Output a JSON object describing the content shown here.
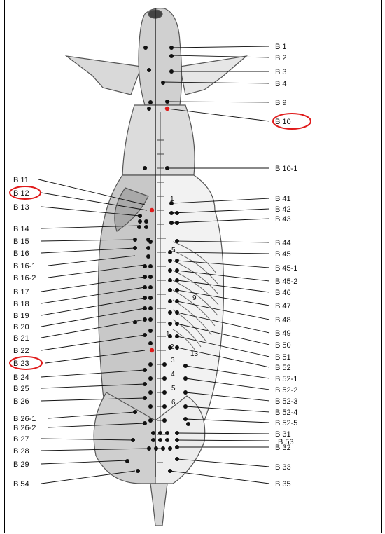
{
  "labels_left": [
    {
      "id": "b11",
      "text": "B 11"
    },
    {
      "id": "b12",
      "text": "B 12"
    },
    {
      "id": "b13",
      "text": "B 13"
    },
    {
      "id": "b14",
      "text": "B 14"
    },
    {
      "id": "b15",
      "text": "B 15"
    },
    {
      "id": "b16",
      "text": "B 16"
    },
    {
      "id": "b16_1",
      "text": "B 16-1"
    },
    {
      "id": "b16_2",
      "text": "B 16-2"
    },
    {
      "id": "b17",
      "text": "B 17"
    },
    {
      "id": "b18",
      "text": "B 18"
    },
    {
      "id": "b19",
      "text": "B 19"
    },
    {
      "id": "b20",
      "text": "B 20"
    },
    {
      "id": "b21",
      "text": "B 21"
    },
    {
      "id": "b22",
      "text": "B 22"
    },
    {
      "id": "b23",
      "text": "B 23"
    },
    {
      "id": "b24",
      "text": "B 24"
    },
    {
      "id": "b25",
      "text": "B 25"
    },
    {
      "id": "b26",
      "text": "B 26"
    },
    {
      "id": "b26_1",
      "text": "B 26-1"
    },
    {
      "id": "b26_2",
      "text": "B 26-2"
    },
    {
      "id": "b27",
      "text": "B 27"
    },
    {
      "id": "b28",
      "text": "B 28"
    },
    {
      "id": "b29",
      "text": "B 29"
    },
    {
      "id": "b54",
      "text": "B 54"
    }
  ],
  "labels_right": [
    {
      "id": "b1",
      "text": "B 1"
    },
    {
      "id": "b2",
      "text": "B 2"
    },
    {
      "id": "b3",
      "text": "B 3"
    },
    {
      "id": "b4",
      "text": "B 4"
    },
    {
      "id": "b9",
      "text": "B 9"
    },
    {
      "id": "b10",
      "text": "B 10"
    },
    {
      "id": "b10_1",
      "text": "B 10-1"
    },
    {
      "id": "b41",
      "text": "B 41"
    },
    {
      "id": "b42",
      "text": "B 42"
    },
    {
      "id": "b43",
      "text": "B 43"
    },
    {
      "id": "b44",
      "text": "B 44"
    },
    {
      "id": "b45",
      "text": "B 45"
    },
    {
      "id": "b45_1",
      "text": "B 45-1"
    },
    {
      "id": "b45_2",
      "text": "B 45-2"
    },
    {
      "id": "b46",
      "text": "B 46"
    },
    {
      "id": "b47",
      "text": "B 47"
    },
    {
      "id": "b48",
      "text": "B 48"
    },
    {
      "id": "b49",
      "text": "B 49"
    },
    {
      "id": "b50",
      "text": "B 50"
    },
    {
      "id": "b51",
      "text": "B 51"
    },
    {
      "id": "b52",
      "text": "B 52"
    },
    {
      "id": "b52_1",
      "text": "B 52-1"
    },
    {
      "id": "b52_2",
      "text": "B 52-2"
    },
    {
      "id": "b52_3",
      "text": "B 52-3"
    },
    {
      "id": "b52_4",
      "text": "B 52-4"
    },
    {
      "id": "b52_5",
      "text": "B 52-5"
    },
    {
      "id": "b31",
      "text": "B 31"
    },
    {
      "id": "b53",
      "text": "B 53"
    },
    {
      "id": "b32",
      "text": "B 32"
    },
    {
      "id": "b33",
      "text": "B 33"
    },
    {
      "id": "b35",
      "text": "B 35"
    }
  ],
  "vertebra_numbers": [
    "1",
    "5",
    "9",
    "13",
    "1",
    "2",
    "3",
    "4",
    "5",
    "6"
  ],
  "highlighted_labels": [
    "B 10",
    "B 12",
    "B 23"
  ],
  "colors": {
    "highlight_circle": "#e01b1b",
    "highlight_point": "#e01b1b",
    "point": "#111111",
    "outline": "#555555",
    "shading": "#bdbdbd"
  }
}
